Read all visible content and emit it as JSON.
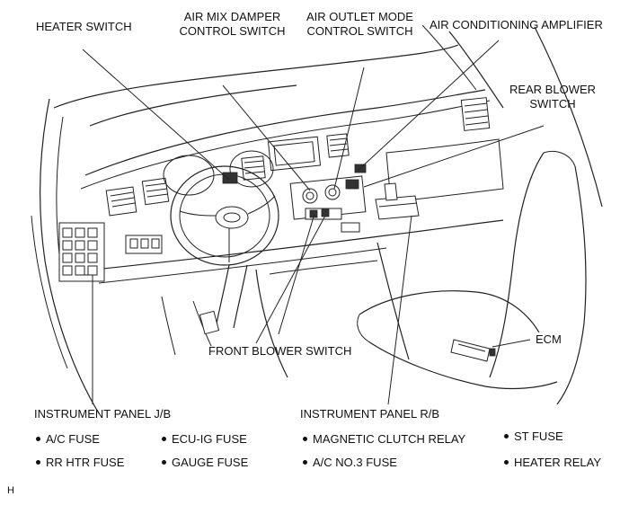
{
  "labels": {
    "heater_switch": "HEATER SWITCH",
    "air_mix_damper_line1": "AIR MIX DAMPER",
    "air_mix_damper_line2": "CONTROL SWITCH",
    "air_outlet_line1": "AIR OUTLET MODE",
    "air_outlet_line2": "CONTROL SWITCH",
    "ac_amplifier": "AIR CONDITIONING AMPLIFIER",
    "rear_blower_line1": "REAR BLOWER",
    "rear_blower_line2": "SWITCH",
    "ecm": "ECM",
    "front_blower_switch": "FRONT BLOWER SWITCH",
    "instrument_panel_jb": "INSTRUMENT PANEL J/B",
    "instrument_panel_rb": "INSTRUMENT PANEL R/B"
  },
  "fuses_jb": [
    "A/C FUSE",
    "ECU-IG FUSE",
    "RR HTR FUSE",
    "GAUGE FUSE"
  ],
  "fuses_rb": [
    "MAGNETIC CLUTCH RELAY",
    "ST FUSE",
    "A/C NO.3 FUSE",
    "HEATER RELAY"
  ],
  "figure_code": "H"
}
